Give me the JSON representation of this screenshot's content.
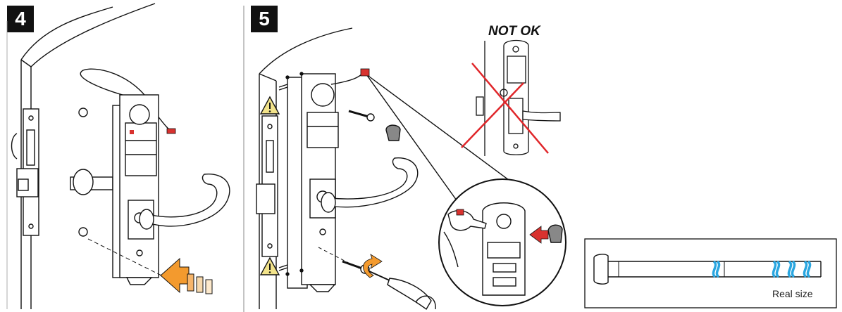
{
  "steps": {
    "step4": {
      "number": "4"
    },
    "step5": {
      "number": "5"
    }
  },
  "callouts": {
    "not_ok": "NOT OK"
  },
  "screw_scale": {
    "label": "Real size"
  },
  "colors": {
    "warning_fill": "#f2e38a",
    "arrow_orange": "#f39a2e",
    "arrow_red": "#d8322f",
    "cross_red": "#e0262a",
    "thread_lock_blue": "#2aa6e0",
    "ink": "#111111"
  },
  "icons": [
    "warning-triangle-icon",
    "rotate-arrow-icon",
    "push-arrow-icon",
    "cross-out-icon"
  ]
}
